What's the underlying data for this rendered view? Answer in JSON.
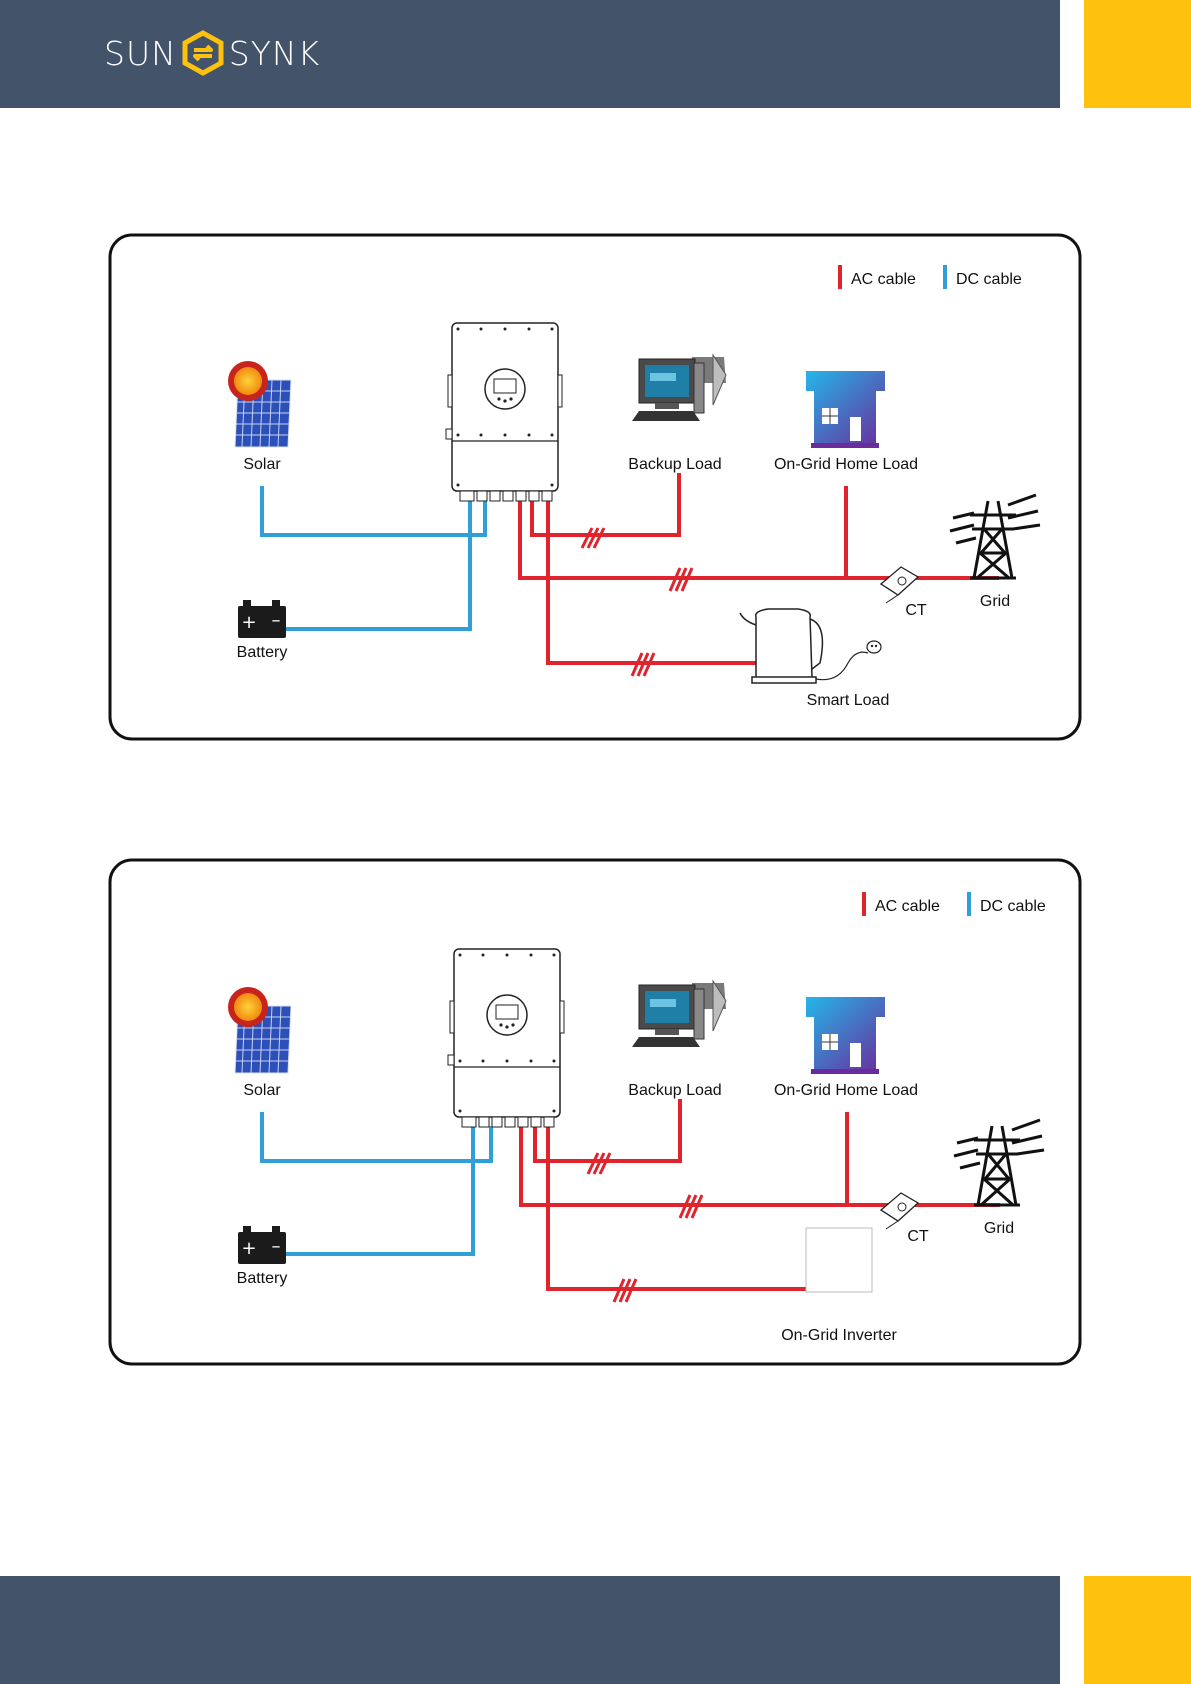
{
  "brand": {
    "left_word": "SUN",
    "right_word": "SYNK",
    "colors": {
      "band": "#435369",
      "accent": "#fec10e"
    }
  },
  "legend": {
    "ac": "AC cable",
    "dc": "DC cable",
    "ac_color": "#e0242e",
    "dc_color": "#2f9fd8"
  },
  "diagram1": {
    "solar": "Solar",
    "battery": "Battery",
    "backup_load": "Backup Load",
    "home_load": "On-Grid Home Load",
    "ct": "CT",
    "grid": "Grid",
    "smart_load": "Smart Load"
  },
  "diagram2": {
    "solar": "Solar",
    "battery": "Battery",
    "backup_load": "Backup Load",
    "home_load": "On-Grid Home Load",
    "ct": "CT",
    "grid": "Grid",
    "ongrid_inverter": "On-Grid Inverter"
  }
}
